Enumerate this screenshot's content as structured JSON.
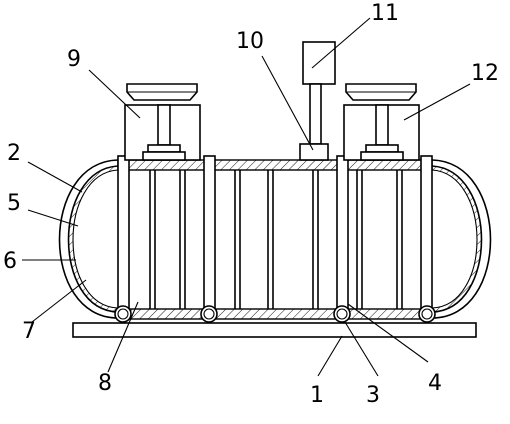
{
  "figure": {
    "callouts": [
      {
        "id": "c1",
        "text": "1"
      },
      {
        "id": "c2",
        "text": "2"
      },
      {
        "id": "c3",
        "text": "3"
      },
      {
        "id": "c4",
        "text": "4"
      },
      {
        "id": "c5",
        "text": "5"
      },
      {
        "id": "c6",
        "text": "6"
      },
      {
        "id": "c7",
        "text": "7"
      },
      {
        "id": "c8",
        "text": "8"
      },
      {
        "id": "c9",
        "text": "9"
      },
      {
        "id": "c10",
        "text": "10"
      },
      {
        "id": "c11",
        "text": "11"
      },
      {
        "id": "c12",
        "text": "12"
      }
    ]
  }
}
